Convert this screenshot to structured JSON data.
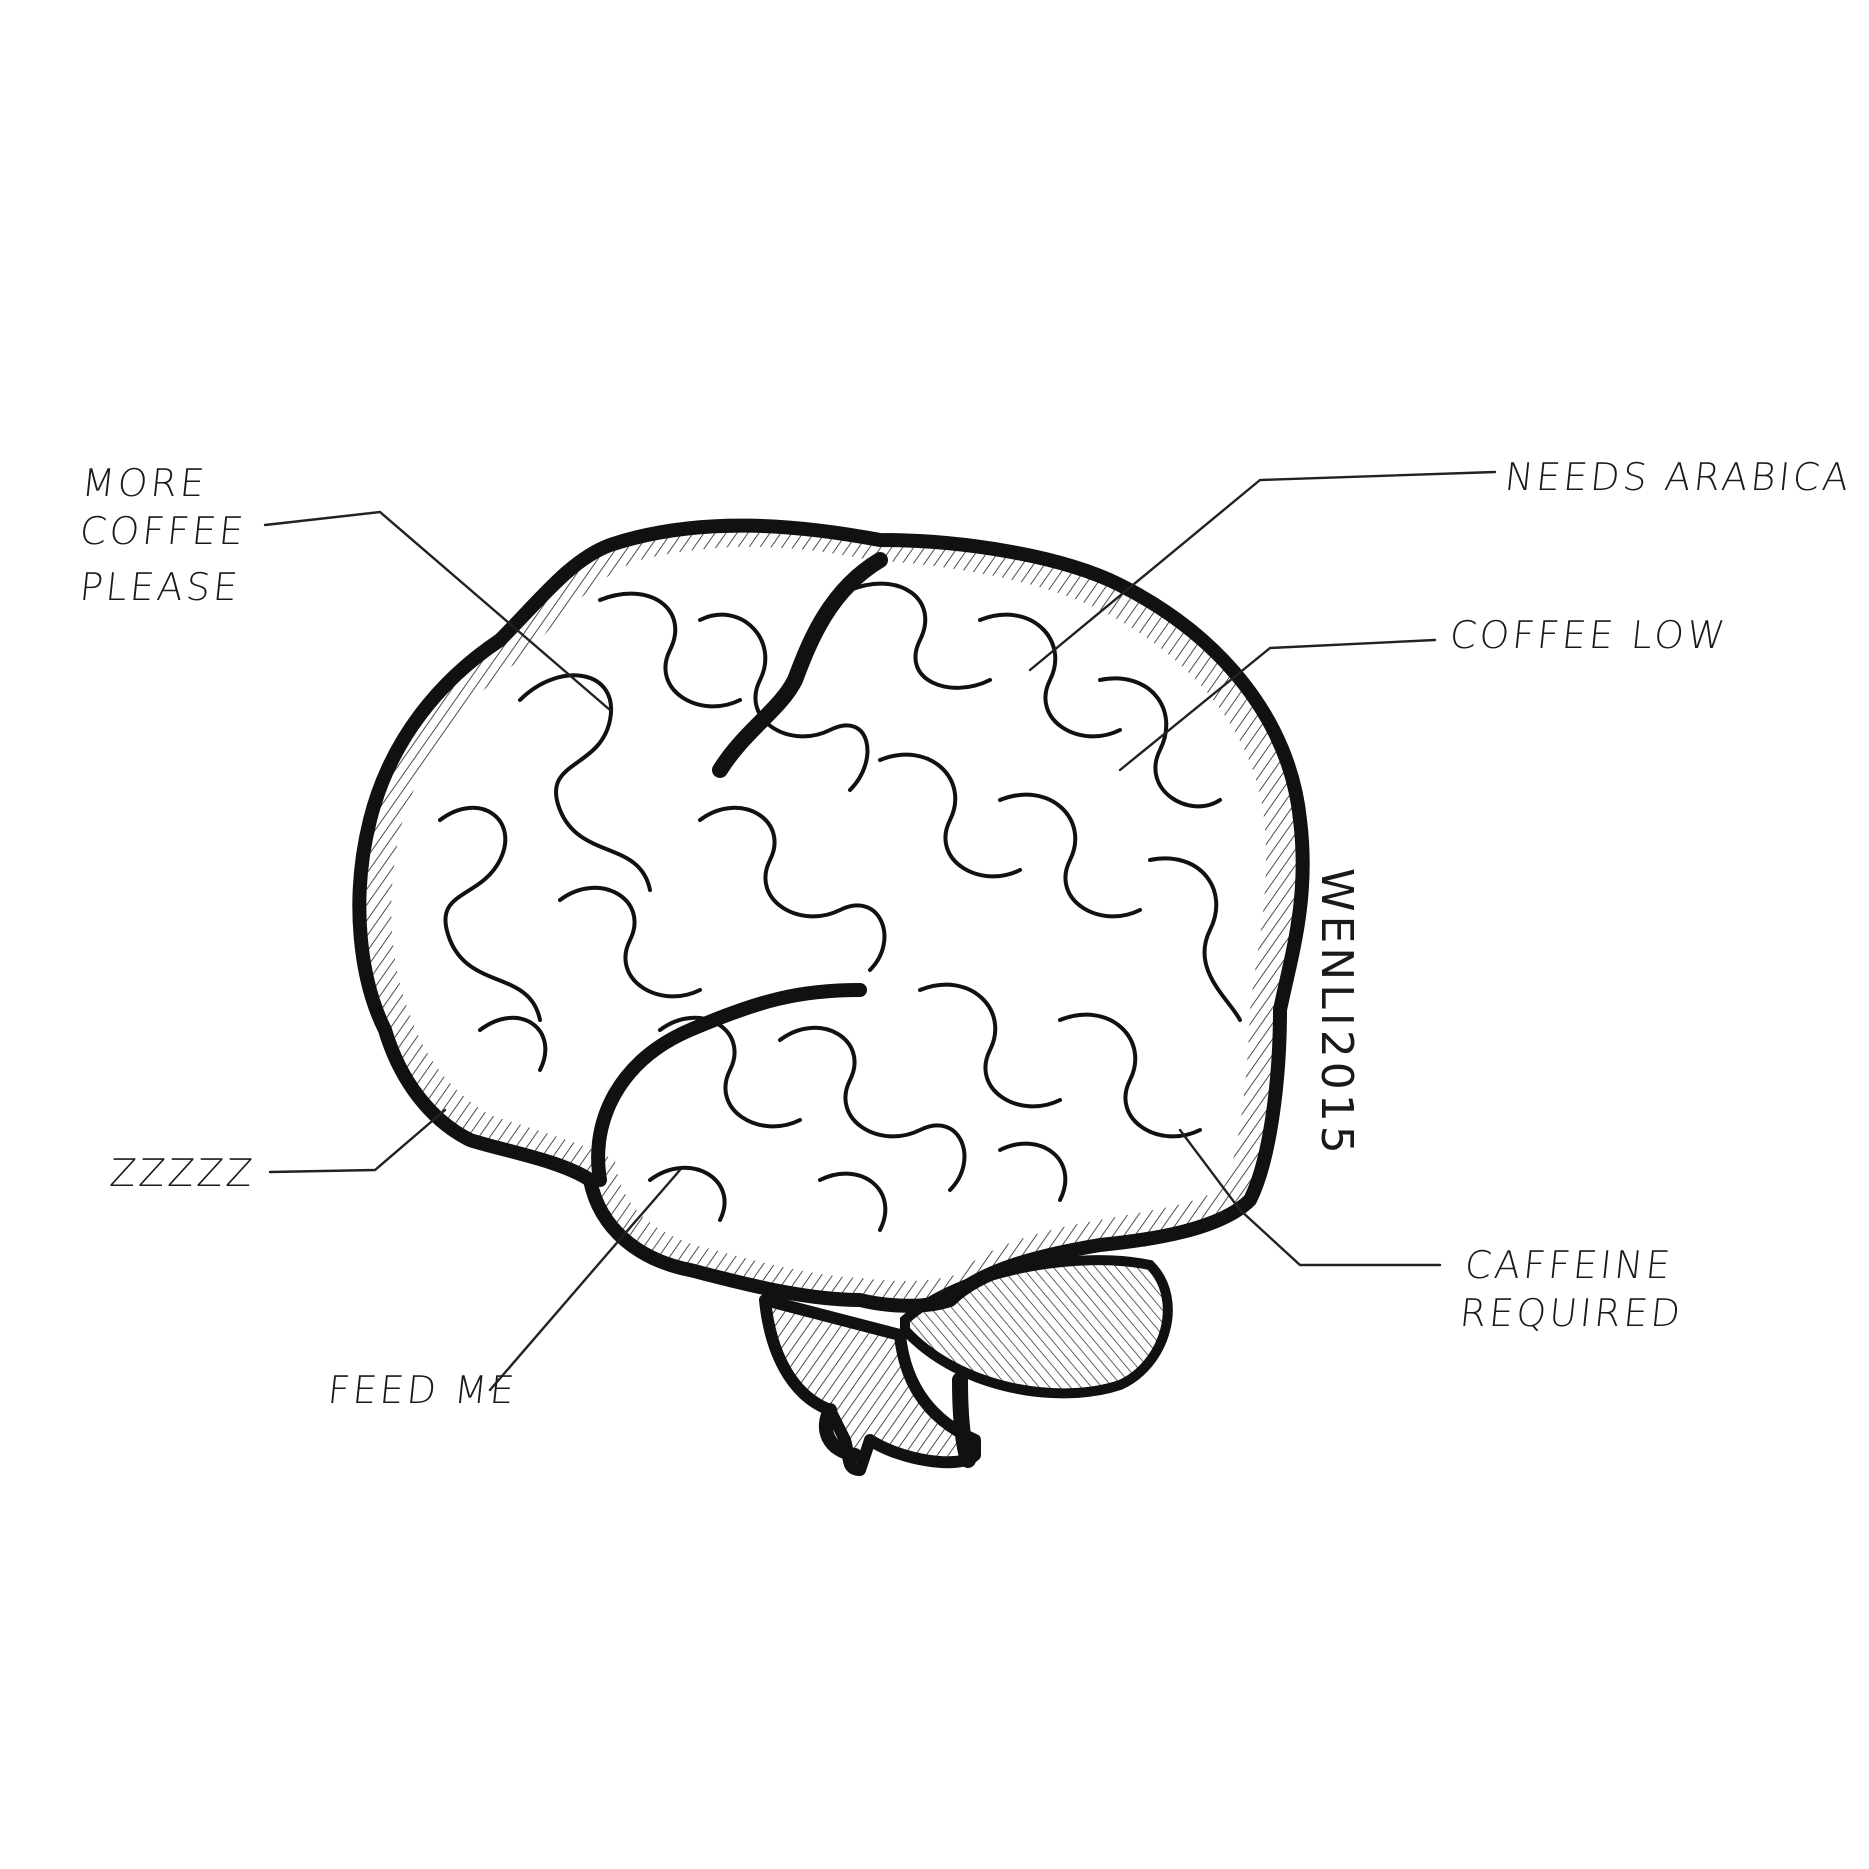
{
  "labels": {
    "more_coffee": [
      "MORE",
      "COFFEE",
      "PLEASE"
    ],
    "needs_arabica": "NEEDS ARABICA",
    "coffee_low": "COFFEE LOW",
    "zzzzz": "ZZZZZ",
    "feed_me": "FEED ME",
    "caffeine": [
      "CAFFEINE",
      "REQUIRED"
    ]
  },
  "signature": "WENLI2015",
  "colors": {
    "ink": "#111111",
    "paper": "#ffffff"
  }
}
